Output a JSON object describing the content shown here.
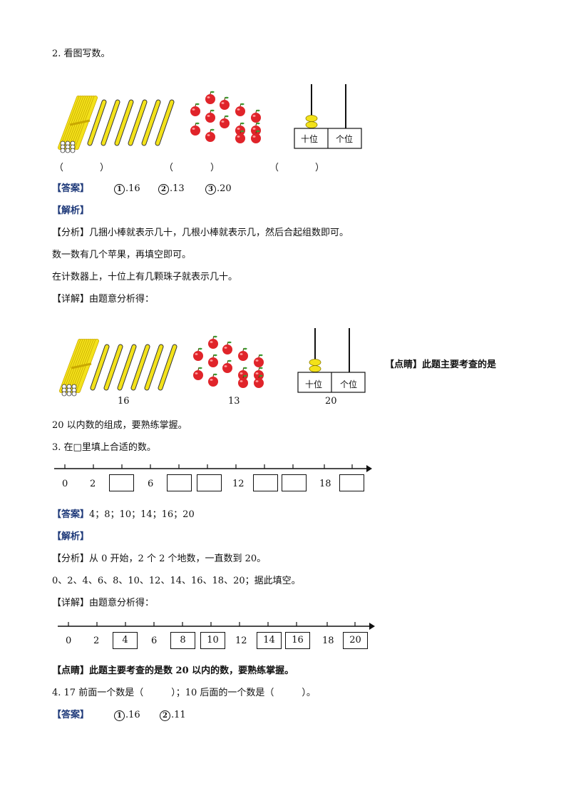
{
  "q2": {
    "title": "2. 看图写数。",
    "blanks": [
      "（",
      "）",
      "（",
      "）",
      "（",
      "）"
    ],
    "abacus_labels": [
      "十位",
      "个位"
    ],
    "answer_tag": "【答案】",
    "answers": [
      {
        "num": "1",
        "val": ".16"
      },
      {
        "num": "2",
        "val": ".13"
      },
      {
        "num": "3",
        "val": ".20"
      }
    ],
    "analysis_tag": "【解析】",
    "analysis_lines": [
      "【分析】几捆小棒就表示几十，几根小棒就表示几，然后合起组数即可。",
      "数一数有几个苹果，再填空即可。",
      "在计数器上，十位上有几颗珠子就表示几十。",
      "【详解】由题意分析得："
    ],
    "detail_values": [
      "16",
      "13",
      "20"
    ],
    "dianjing_start": "【点睛】此题主要考查的是",
    "dianjing_end": "20 以内数的组成，要熟练掌握。"
  },
  "q3": {
    "title": "3. 在□里填上合适的数。",
    "labels_problem": [
      "0",
      "2",
      "6",
      "12",
      "18"
    ],
    "answer_tag": "【答案】",
    "answer_text": "4；8；10；14；16；20",
    "analysis_tag": "【解析】",
    "analysis_lines": [
      "【分析】从 0 开始，2 个 2 个地数，一直数到 20。",
      "0、2、4、6、8、10、12、14、16、18、20；据此填空。",
      "【详解】由题意分析得："
    ],
    "labels_solution": [
      "0",
      "2",
      "6",
      "12",
      "18"
    ],
    "boxes_solution": [
      "4",
      "8",
      "10",
      "14",
      "16",
      "20"
    ],
    "dianjing": "【点睛】此题主要考查的是数 20 以内的数，要熟练掌握。"
  },
  "q4": {
    "title": "4. 17 前面一个数是（　　　）；10 后面的一个数是（　　　）。",
    "answer_tag": "【答案】",
    "answers": [
      {
        "num": "1",
        "val": ".16"
      },
      {
        "num": "2",
        "val": ".11"
      }
    ]
  },
  "colors": {
    "stick": "#f3e21a",
    "apple": "#e0242a",
    "bead": "#f3e21a",
    "tag": "#1f3a7a"
  }
}
